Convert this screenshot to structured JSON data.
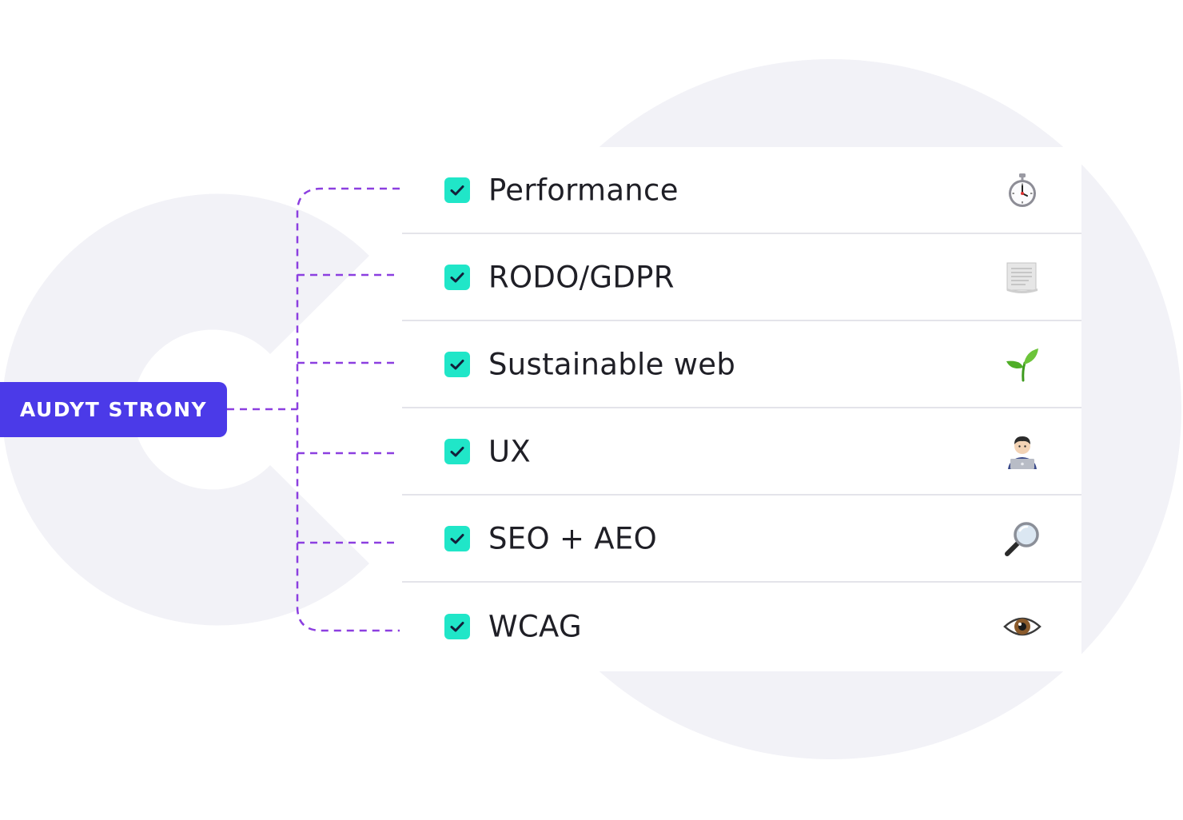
{
  "badge": {
    "label": "AUDYT STRONY"
  },
  "items": [
    {
      "label": "Performance",
      "checked": true,
      "icon": "stopwatch-icon"
    },
    {
      "label": "RODO/GDPR",
      "checked": true,
      "icon": "document-scroll-icon"
    },
    {
      "label": "Sustainable web",
      "checked": true,
      "icon": "seedling-icon"
    },
    {
      "label": "UX",
      "checked": true,
      "icon": "technologist-icon"
    },
    {
      "label": "SEO + AEO",
      "checked": true,
      "icon": "magnifying-glass-icon"
    },
    {
      "label": "WCAG",
      "checked": true,
      "icon": "eye-icon"
    }
  ],
  "colors": {
    "badge": "#4b3ae8",
    "connector": "#8c3fe0",
    "checkbox": "#20e6c8",
    "background_shape": "#f2f2f7"
  }
}
